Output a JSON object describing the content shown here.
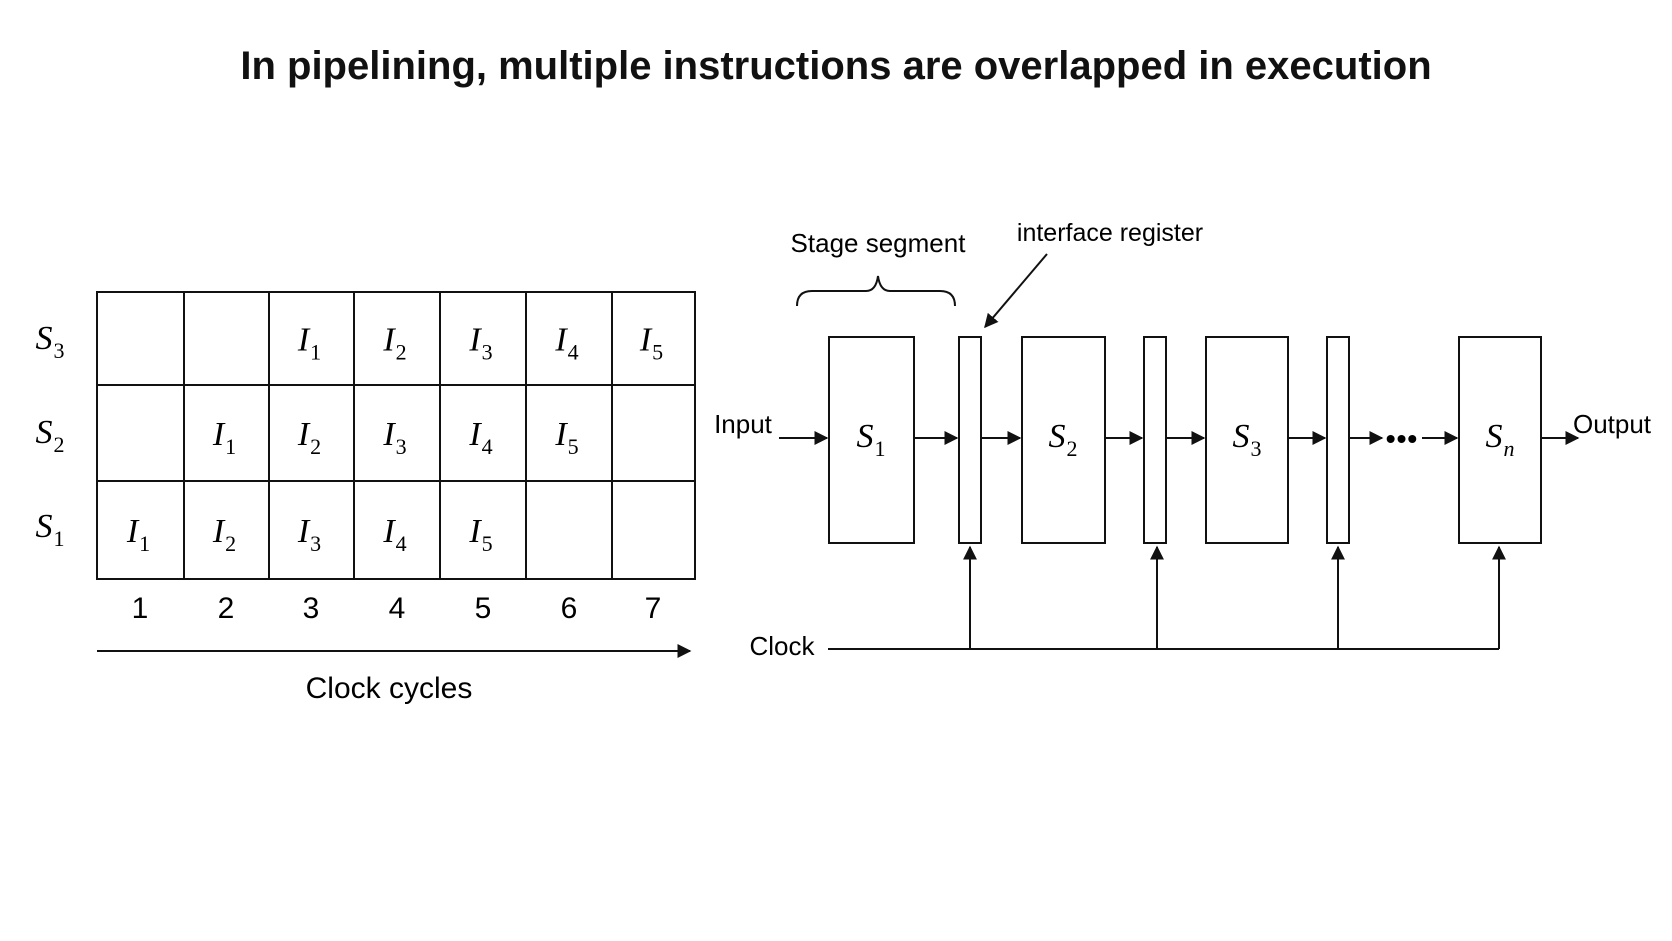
{
  "title": "In pipelining, multiple instructions are overlapped in execution",
  "space_time_diagram": {
    "stage_labels": [
      {
        "base": "S",
        "sub": "3"
      },
      {
        "base": "S",
        "sub": "2"
      },
      {
        "base": "S",
        "sub": "1"
      }
    ],
    "grid": [
      [
        "",
        "",
        "1",
        "2",
        "3",
        "4",
        "5"
      ],
      [
        "",
        "1",
        "2",
        "3",
        "4",
        "5",
        ""
      ],
      [
        "1",
        "2",
        "3",
        "4",
        "5",
        "",
        ""
      ]
    ],
    "instruction_symbol": "I",
    "cycle_numbers": [
      "1",
      "2",
      "3",
      "4",
      "5",
      "6",
      "7"
    ],
    "axis_label": "Clock cycles"
  },
  "pipeline_diagram": {
    "input_label": "Input",
    "output_label": "Output",
    "clock_label": "Clock",
    "stage_segment_label": "Stage segment",
    "interface_register_label": "interface register",
    "ellipsis": "•••",
    "stages": [
      {
        "base": "S",
        "sub": "1"
      },
      {
        "base": "S",
        "sub": "2"
      },
      {
        "base": "S",
        "sub": "3"
      },
      {
        "base": "S",
        "sub": "n"
      }
    ]
  },
  "colors": {
    "ink": "#111111",
    "background": "#ffffff"
  }
}
